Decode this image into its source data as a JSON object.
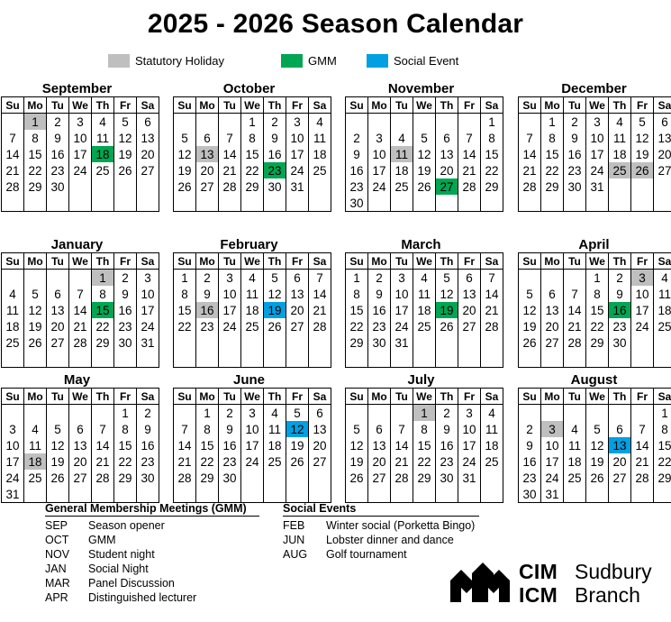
{
  "title": "2025 - 2026 Season Calendar",
  "legend": [
    {
      "label": "Statutory Holiday",
      "color": "#bfbfbf"
    },
    {
      "label": "GMM",
      "color": "#00a651"
    },
    {
      "label": "Social Event",
      "color": "#00a0e3"
    }
  ],
  "weekdays": [
    "Su",
    "Mo",
    "Tu",
    "We",
    "Th",
    "Fr",
    "Sa"
  ],
  "months": [
    {
      "name": "September",
      "start": 1,
      "days": 30,
      "holiday": [
        1
      ],
      "gmm": [
        18
      ],
      "social": []
    },
    {
      "name": "October",
      "start": 3,
      "days": 31,
      "holiday": [
        13
      ],
      "gmm": [
        23
      ],
      "social": []
    },
    {
      "name": "November",
      "start": 6,
      "days": 30,
      "holiday": [
        11
      ],
      "gmm": [
        27
      ],
      "social": []
    },
    {
      "name": "December",
      "start": 1,
      "days": 31,
      "holiday": [
        25,
        26
      ],
      "gmm": [],
      "social": []
    },
    {
      "name": "January",
      "start": 4,
      "days": 31,
      "holiday": [
        1
      ],
      "gmm": [
        15
      ],
      "social": []
    },
    {
      "name": "February",
      "start": 0,
      "days": 28,
      "holiday": [
        16
      ],
      "gmm": [],
      "social": [
        19
      ]
    },
    {
      "name": "March",
      "start": 0,
      "days": 31,
      "holiday": [],
      "gmm": [
        19
      ],
      "social": []
    },
    {
      "name": "April",
      "start": 3,
      "days": 30,
      "holiday": [
        3
      ],
      "gmm": [
        16
      ],
      "social": []
    },
    {
      "name": "May",
      "start": 5,
      "days": 31,
      "holiday": [
        18
      ],
      "gmm": [],
      "social": []
    },
    {
      "name": "June",
      "start": 1,
      "days": 30,
      "holiday": [],
      "gmm": [],
      "social": [
        12
      ]
    },
    {
      "name": "July",
      "start": 3,
      "days": 31,
      "holiday": [
        1
      ],
      "gmm": [],
      "social": []
    },
    {
      "name": "August",
      "start": 6,
      "days": 31,
      "holiday": [
        3
      ],
      "gmm": [],
      "social": [
        13
      ]
    }
  ],
  "gmm_notes": {
    "title": "General Membership Meetings (GMM)",
    "rows": [
      {
        "code": "SEP",
        "text": "Season opener"
      },
      {
        "code": "OCT",
        "text": "GMM"
      },
      {
        "code": "NOV",
        "text": "Student night"
      },
      {
        "code": "JAN",
        "text": "Social Night"
      },
      {
        "code": "MAR",
        "text": "Panel Discussion"
      },
      {
        "code": "APR",
        "text": "Distinguished lecturer"
      }
    ]
  },
  "social_notes": {
    "title": "Social Events",
    "rows": [
      {
        "code": "FEB",
        "text": "Winter social (Porketta Bingo)"
      },
      {
        "code": "JUN",
        "text": "Lobster dinner and dance"
      },
      {
        "code": "AUG",
        "text": "Golf tournament"
      }
    ]
  },
  "logo": {
    "line1_a": "CIM",
    "line1_b": "Sudbury",
    "line2_a": "ICM",
    "line2_b": "Branch"
  }
}
